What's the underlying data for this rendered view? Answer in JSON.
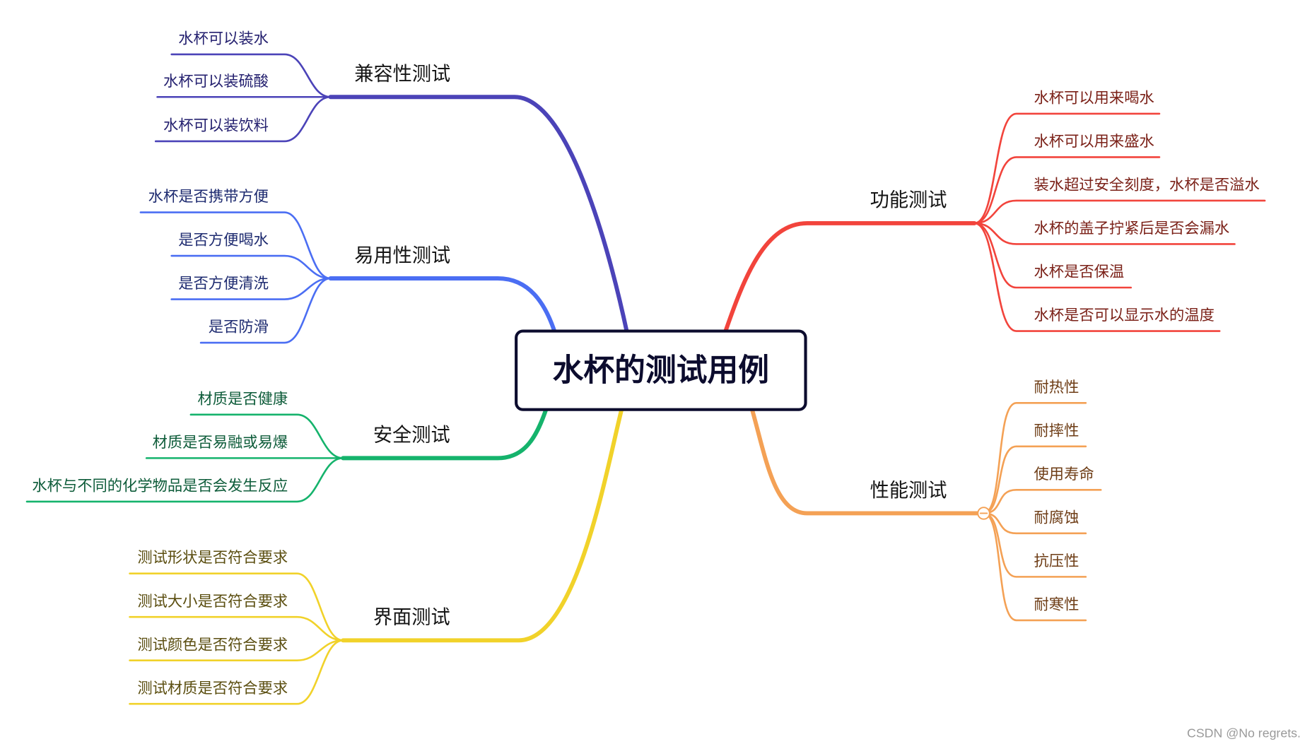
{
  "diagram": {
    "central_topic": "水杯的测试用例",
    "central_color": "#0c0c2e",
    "branches": [
      {
        "topic": "兼容性测试",
        "color": "#4b43b8",
        "text_color": "#24206f",
        "children": [
          "水杯可以装水",
          "水杯可以装硫酸",
          "水杯可以装饮料"
        ]
      },
      {
        "topic": "易用性测试",
        "color": "#4b6ef3",
        "text_color": "#1e2b70",
        "children": [
          "水杯是否携带方便",
          "是否方便喝水",
          "是否方便清洗",
          "是否防滑"
        ]
      },
      {
        "topic": "安全测试",
        "color": "#15b36c",
        "text_color": "#0e5c3a",
        "children": [
          "材质是否健康",
          "材质是否易融或易爆",
          "水杯与不同的化学物品是否会发生反应"
        ]
      },
      {
        "topic": "界面测试",
        "color": "#f1d22a",
        "text_color": "#5b4e10",
        "children": [
          "测试形状是否符合要求",
          "测试大小是否符合要求",
          "测试颜色是否符合要求",
          "测试材质是否符合要求"
        ]
      },
      {
        "topic": "功能测试",
        "color": "#f2443c",
        "text_color": "#7b2118",
        "children": [
          "水杯可以用来喝水",
          "水杯可以用来盛水",
          "装水超过安全刻度，水杯是否溢水",
          "水杯的盖子拧紧后是否会漏水",
          "水杯是否保温",
          "水杯是否可以显示水的温度"
        ]
      },
      {
        "topic": "性能测试",
        "color": "#f4a155",
        "text_color": "#6e3d16",
        "children": [
          "耐热性",
          "耐摔性",
          "使用寿命",
          "耐腐蚀",
          "抗压性",
          "耐寒性"
        ]
      }
    ]
  },
  "icons": {
    "collapse_toggle": "minus-circle-icon"
  },
  "watermark": "CSDN @No regrets."
}
